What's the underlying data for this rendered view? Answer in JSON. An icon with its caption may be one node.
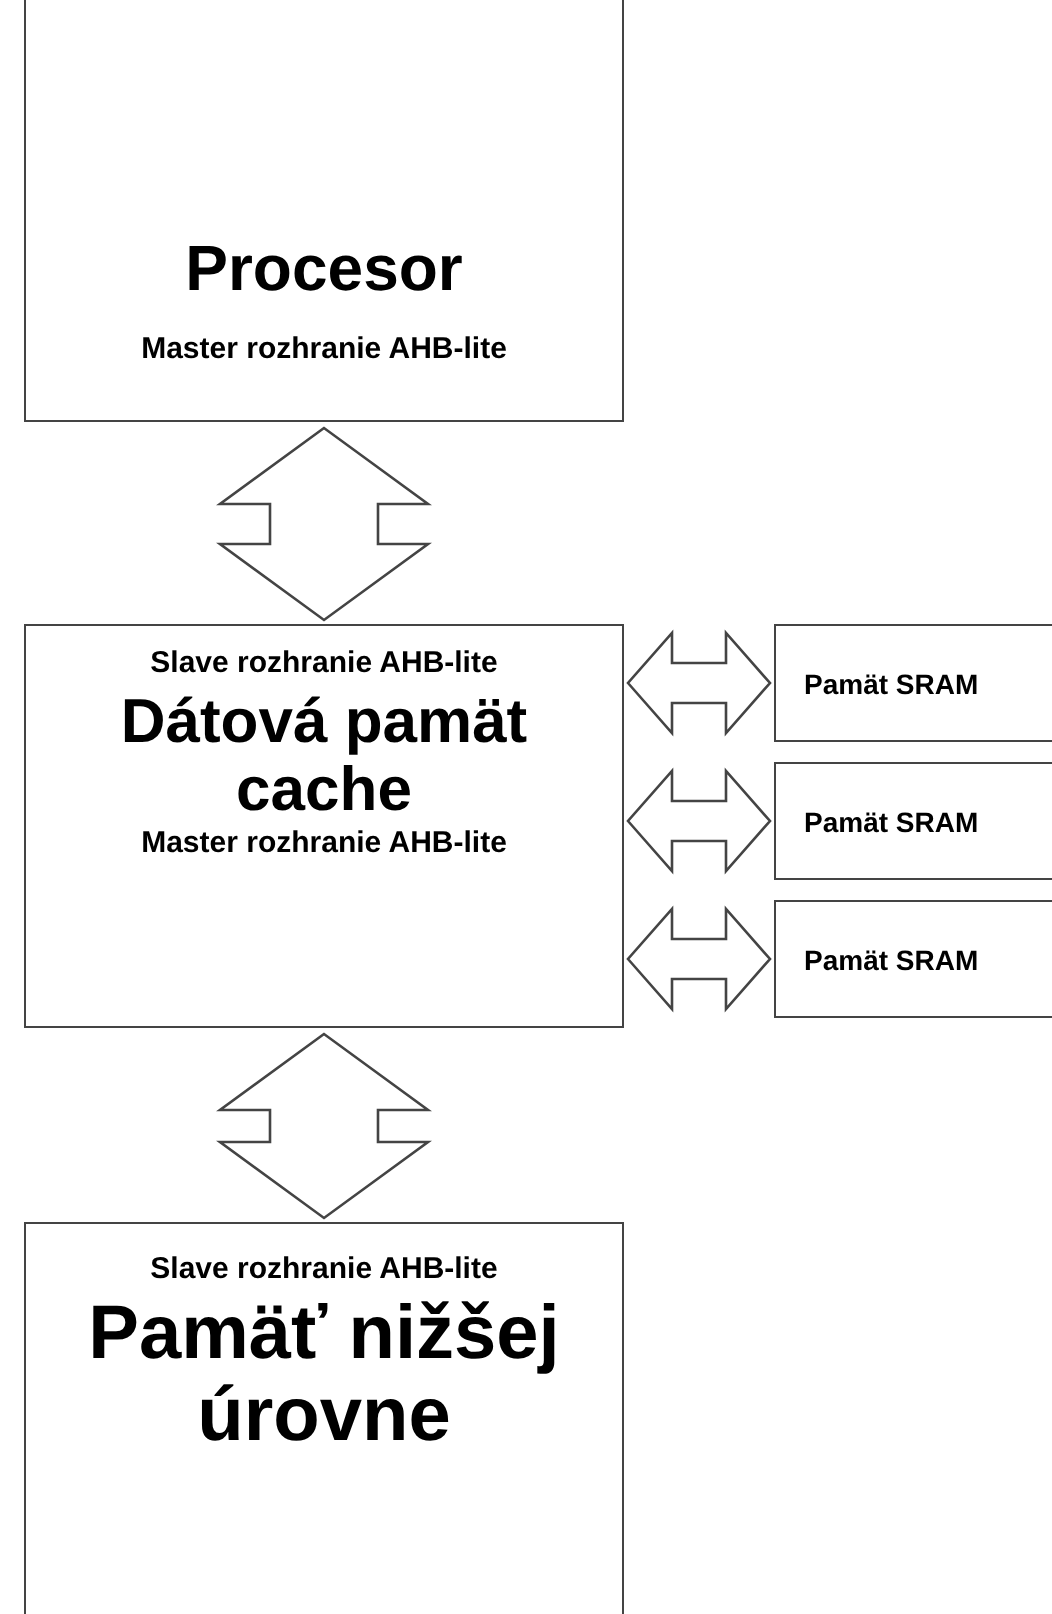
{
  "diagram": {
    "nodes": [
      {
        "text": [
          "Procesor",
          "Master rozhranie AHB-lite"
        ]
      },
      {
        "text": [
          "Slave rozhranie AHB-lite",
          "Dátová pamät cache",
          "Master rozhranie AHB-lite"
        ]
      },
      {
        "text": [
          "Pamät SRAM"
        ]
      },
      {
        "text": [
          "Pamät SRAM"
        ]
      },
      {
        "text": [
          "Pamät SRAM"
        ]
      },
      {
        "text": [
          "Slave rozhranie AHB-lite",
          "Pamäť nižšej úrovne"
        ]
      }
    ],
    "edges": [
      {
        "from": 0,
        "to": 1,
        "arrow": "both"
      },
      {
        "from": 1,
        "to": 2,
        "arrow": "both"
      },
      {
        "from": 1,
        "to": 3,
        "arrow": "both"
      },
      {
        "from": 1,
        "to": 4,
        "arrow": "both"
      },
      {
        "from": 1,
        "to": 5,
        "arrow": "both"
      }
    ]
  }
}
